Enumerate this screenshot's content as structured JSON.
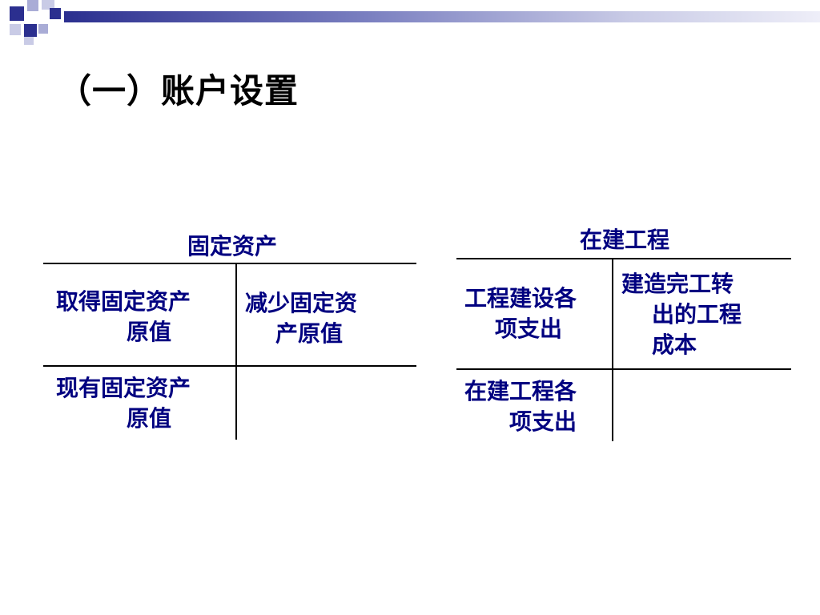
{
  "slide": {
    "title": "（一）账户设置"
  },
  "accounts": [
    {
      "name": "固定资产",
      "debit": [
        {
          "line1": "取得固定资产",
          "line2": "原值"
        },
        {
          "line1": "现有固定资产",
          "line2": "原值"
        }
      ],
      "credit": [
        {
          "line1": "减少固定资",
          "line2": "产原值"
        }
      ]
    },
    {
      "name": "在建工程",
      "debit": [
        {
          "line1": "工程建设各",
          "line2": "项支出"
        },
        {
          "line1": "在建工程各",
          "line2": "项支出"
        }
      ],
      "credit": [
        {
          "line1": "建造完工转",
          "line2": "出的工程",
          "line3": "成本"
        }
      ]
    }
  ],
  "colors": {
    "text_dark_blue": "#000080",
    "title_black": "#000000",
    "deco_navy": "#2b2f8f",
    "deco_light": "#a9acd6"
  }
}
